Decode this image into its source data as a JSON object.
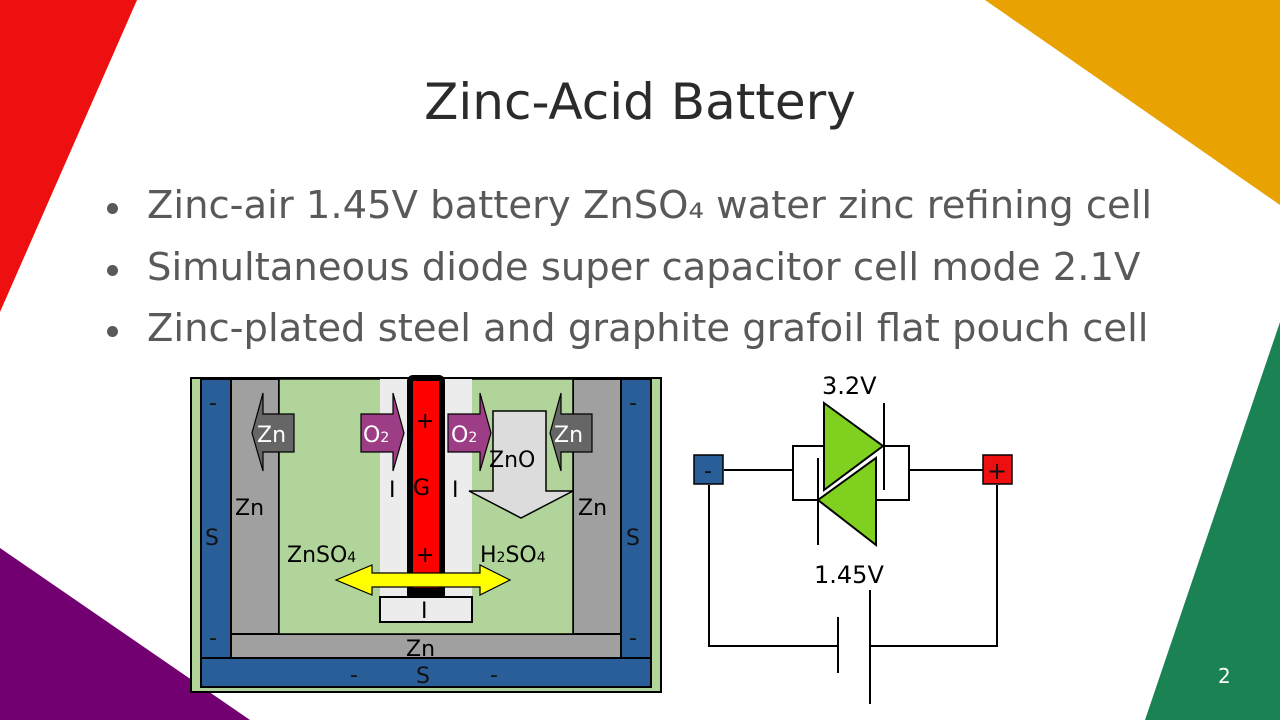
{
  "slide": {
    "title": "Zinc-Acid Battery",
    "page_number": "2",
    "theme_colors": {
      "red": "#ee1010",
      "orange": "#e8a202",
      "green": "#1a8253",
      "purple": "#730070"
    }
  },
  "bullets": [
    {
      "text": "Zinc-air 1.45V battery ZnSO₄ water zinc refining cell"
    },
    {
      "text": "Simultaneous diode super capacitor cell mode 2.1V"
    },
    {
      "text": "Zinc-plated steel and graphite grafoil flat pouch cell"
    }
  ],
  "cell_diagram": {
    "colors": {
      "outer_border": "#b0d49a",
      "steel": "#2a5e99",
      "zinc": "#a0a0a0",
      "electrolyte": "#b0d49a",
      "insulator": "#ececec",
      "graphite": "#ff0000",
      "o2_arrow": "#9c3d86",
      "zn_arrow": "#666666",
      "zno_arrow": "#dcdcdc",
      "ion_arrow": "#ffff00"
    },
    "labels": {
      "steel": "S",
      "steel_minus": "-",
      "zinc": "Zn",
      "zn_arrow": "Zn",
      "o2_base": "O",
      "o2_sub": "2",
      "graphite": "G",
      "graphite_plus": "+",
      "insulator": "I",
      "zno": "ZnO",
      "znso4_base": "ZnSO",
      "znso4_sub": "4",
      "h2so4_h": "H",
      "h2so4_sub2": "2",
      "h2so4_so": "SO",
      "h2so4_sub4": "4"
    }
  },
  "circuit": {
    "diode_voltage": "3.2V",
    "cell_voltage": "1.45V",
    "negative_terminal": "-",
    "positive_terminal": "+",
    "colors": {
      "diode": "#80d020",
      "negative": "#2a5e99",
      "positive": "#ee1010"
    }
  }
}
